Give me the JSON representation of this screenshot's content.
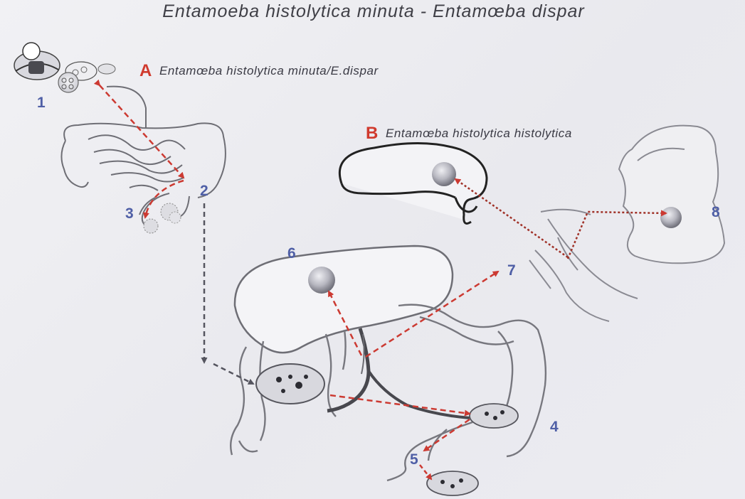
{
  "title": "Entamoeba histolytica minuta - Entamœba dispar",
  "section_a": {
    "letter": "A",
    "text": "Entamœba histolytica minuta/E.dispar"
  },
  "section_b": {
    "letter": "B",
    "text": "Entamœba histolytica histolytica"
  },
  "step_numbers": [
    "1",
    "2",
    "3",
    "4",
    "5",
    "6",
    "7",
    "8"
  ],
  "colors": {
    "arrow_red": "#cc3a32",
    "arrow_grey": "#55555f",
    "outline": "#6e6e75",
    "label_blue": "#4f5fa6",
    "letter_red": "#d03a2e"
  }
}
